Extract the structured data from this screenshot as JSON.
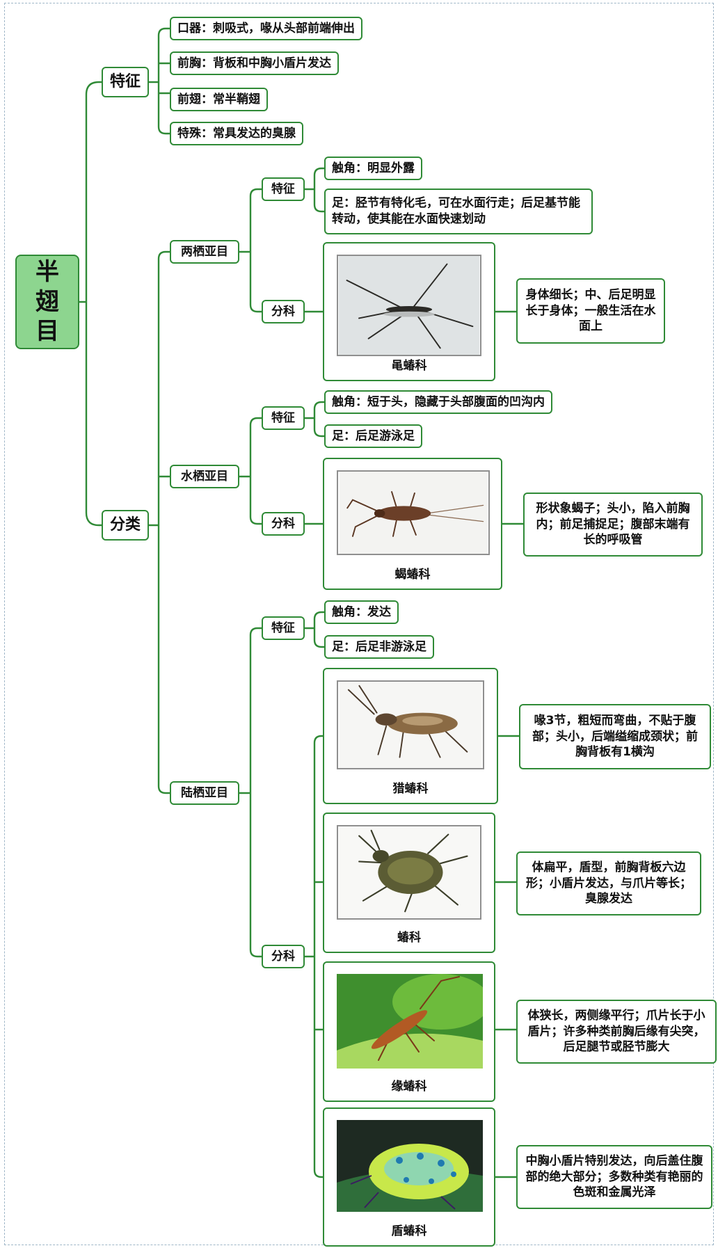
{
  "root": {
    "label": "半翅目"
  },
  "features": {
    "label": "特征",
    "items": [
      "口器：刺吸式，喙从头部前端伸出",
      "前胸：背板和中胸小盾片发达",
      "前翅：常半鞘翅",
      "特殊：常具发达的臭腺"
    ]
  },
  "classification": {
    "label": "分类"
  },
  "suborders": [
    {
      "name": "两栖亚目",
      "feature_label": "特征",
      "features": [
        "触角：明显外露",
        "足：胫节有特化毛，可在水面行走；后足基节能转动，使其能在水面快速划动"
      ],
      "family_label": "分科",
      "families": [
        {
          "name": "黾蝽科",
          "desc": "身体细长；中、后足明显长于身体；一般生活在水面上",
          "photo": "water-strider-photo"
        }
      ]
    },
    {
      "name": "水栖亚目",
      "feature_label": "特征",
      "features": [
        "触角：短于头，隐藏于头部腹面的凹沟内",
        "足：后足游泳足"
      ],
      "family_label": "分科",
      "families": [
        {
          "name": "蝎蝽科",
          "desc": "形状象蝎子；头小，陷入前胸内；前足捕捉足；腹部末端有长的呼吸管",
          "photo": "water-scorpion-photo"
        }
      ]
    },
    {
      "name": "陆栖亚目",
      "feature_label": "特征",
      "features": [
        "触角：发达",
        "足：后足非游泳足"
      ],
      "family_label": "分科",
      "families": [
        {
          "name": "猎蝽科",
          "desc": "喙3节，粗短而弯曲，不贴于腹部；头小，后端缢缩成颈状；前胸背板有1横沟",
          "photo": "assassin-bug-photo"
        },
        {
          "name": "蝽科",
          "desc": "体扁平，盾型，前胸背板六边形；小盾片发达，与爪片等长；臭腺发达",
          "photo": "stink-bug-photo"
        },
        {
          "name": "缘蝽科",
          "desc": "体狭长，两侧缘平行；爪片长于小盾片；许多种类前胸后缘有尖突，后足腿节或胫节膨大",
          "photo": "leaf-footed-bug-photo"
        },
        {
          "name": "盾蝽科",
          "desc": "中胸小盾片特别发达，向后盖住腹部的绝大部分；多数种类有艳丽的色斑和金属光泽",
          "photo": "shield-bug-photo"
        }
      ]
    }
  ],
  "colors": {
    "line": "#2f8a36",
    "root_fill": "#8dd58f",
    "node_border": "#2f8a36"
  }
}
